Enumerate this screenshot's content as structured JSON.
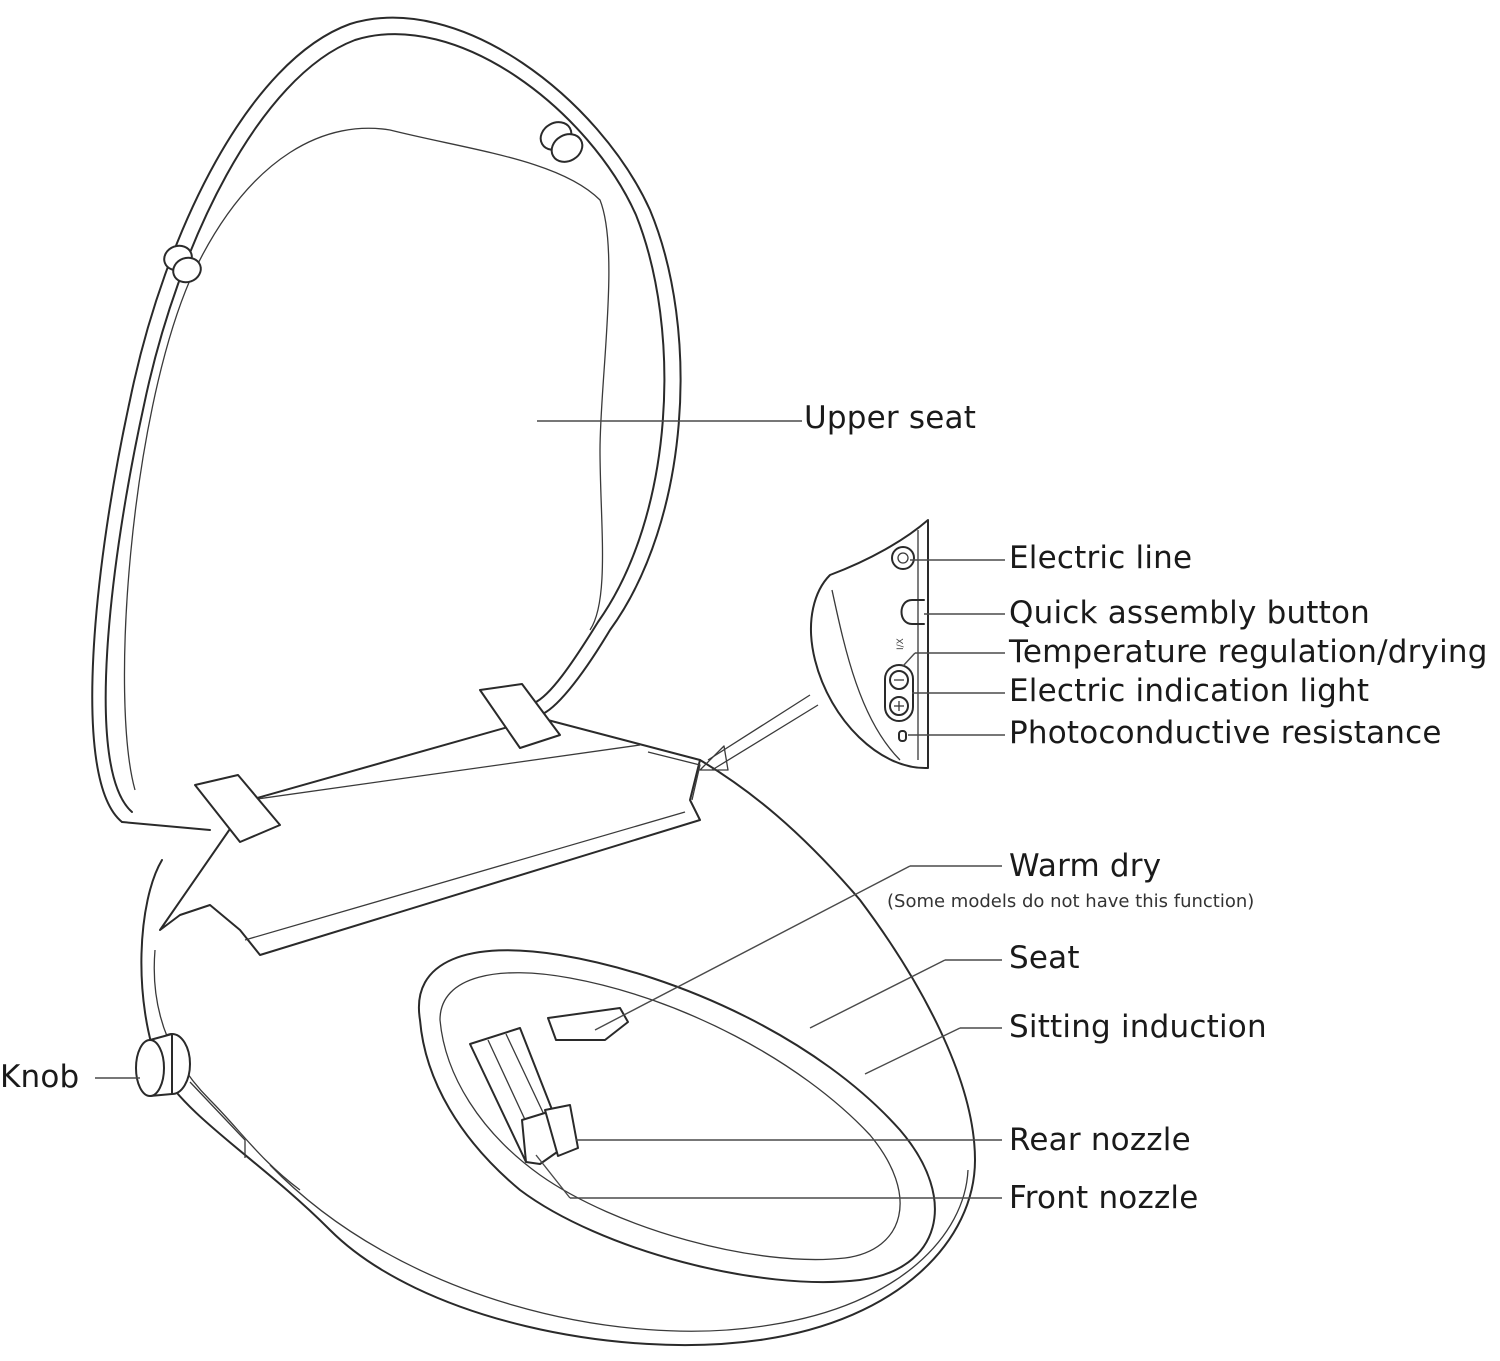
{
  "labels": {
    "upper_seat": "Upper seat",
    "electric_line": "Electric line",
    "quick_assembly_button": "Quick assembly button",
    "temperature_regulation": "Temperature regulation/drying",
    "electric_indication_light": "Electric indication light",
    "photoconductive_resistance": "Photoconductive resistance",
    "warm_dry": "Warm dry",
    "warm_dry_note": "(Some models do not have this function)",
    "seat": "Seat",
    "sitting_induction": "Sitting induction",
    "rear_nozzle": "Rear nozzle",
    "front_nozzle": "Front nozzle",
    "knob": "Knob"
  },
  "colors": {
    "line": "#2a2a2a",
    "text": "#1a1a1a",
    "background": "#ffffff"
  },
  "icons": {
    "control_panel_minus": "minus-icon",
    "control_panel_plus": "plus-icon"
  }
}
